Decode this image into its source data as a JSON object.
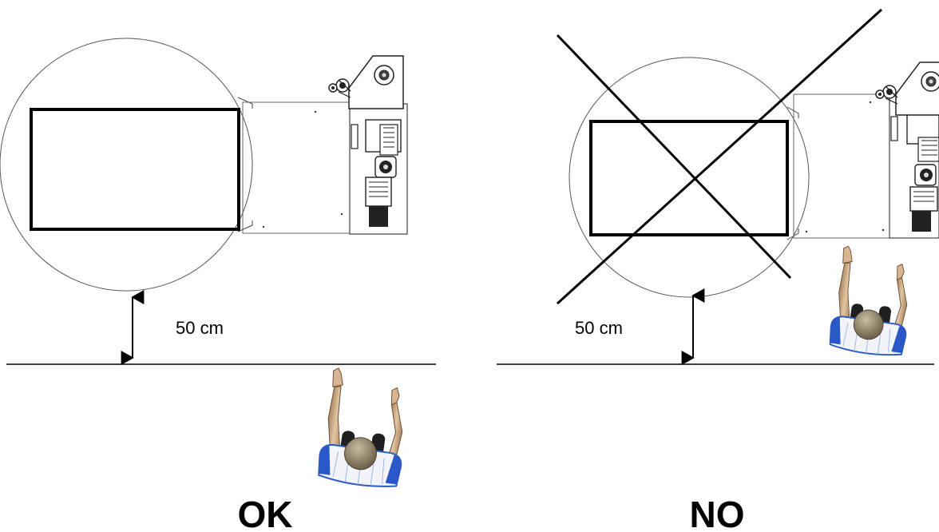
{
  "panels": [
    {
      "id": "ok",
      "distance_label": "50 cm",
      "verdict": "OK",
      "crossed_out": false
    },
    {
      "id": "no",
      "distance_label": "50 cm",
      "verdict": "NO",
      "crossed_out": true
    }
  ],
  "colors": {
    "line": "#000000",
    "circle": "#555555",
    "frame": "#777777",
    "skin": "#c9a27a",
    "shirt_blue": "#2a58c8",
    "shirt_white": "#f2f4fa",
    "head": "#8a7a60",
    "dark": "#1a1a1a"
  }
}
